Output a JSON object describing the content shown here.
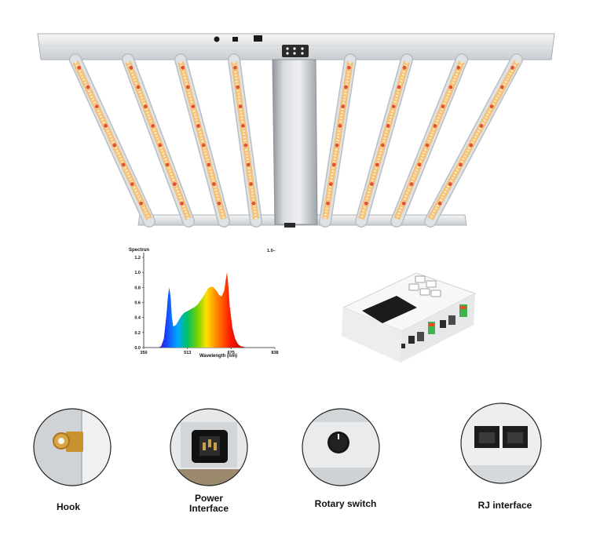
{
  "spectrum_chart": {
    "title": "Spectrun",
    "legend_text": "1.0–",
    "xlabel": "Wavelength (nm)",
    "x_ticks": [
      "350",
      "513",
      "675",
      "838"
    ],
    "y_ticks": [
      "0.0",
      "0.2",
      "0.4",
      "0.6",
      "0.8",
      "1.0",
      "1.2"
    ],
    "chart_data": {
      "type": "area",
      "title": "Spectrun",
      "xlabel": "Wavelength (nm)",
      "ylabel": "",
      "xlim": [
        350,
        838
      ],
      "ylim": [
        0,
        1.2
      ],
      "x": [
        405,
        415,
        425,
        435,
        440,
        445,
        450,
        455,
        460,
        470,
        480,
        490,
        500,
        510,
        520,
        530,
        540,
        550,
        560,
        570,
        580,
        590,
        600,
        610,
        620,
        630,
        640,
        650,
        655,
        660,
        665,
        670,
        680,
        690,
        700,
        710,
        720,
        730
      ],
      "y": [
        0.0,
        0.02,
        0.12,
        0.45,
        0.68,
        0.8,
        0.68,
        0.4,
        0.28,
        0.3,
        0.36,
        0.42,
        0.46,
        0.48,
        0.5,
        0.52,
        0.54,
        0.57,
        0.62,
        0.67,
        0.73,
        0.79,
        0.81,
        0.8,
        0.76,
        0.7,
        0.68,
        0.76,
        0.9,
        1.0,
        0.82,
        0.55,
        0.26,
        0.12,
        0.05,
        0.02,
        0.01,
        0.0
      ]
    }
  },
  "details": [
    {
      "label": "Hook"
    },
    {
      "label": "Power\nInterface"
    },
    {
      "label": "Rotary switch"
    },
    {
      "label": "RJ interface"
    }
  ]
}
